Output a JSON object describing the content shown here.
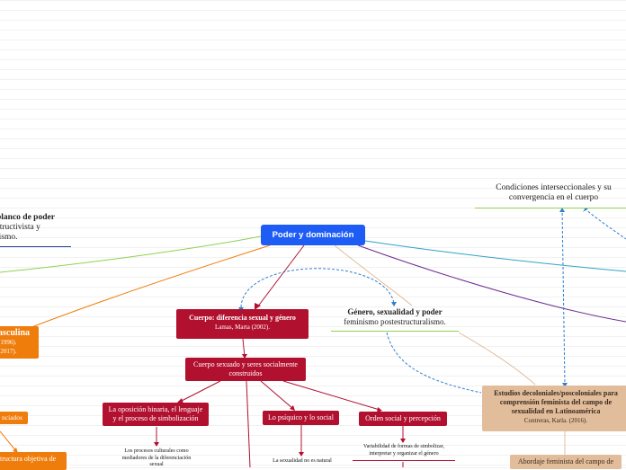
{
  "central": {
    "label": "Poder y dominación"
  },
  "left_top": {
    "line1": "blanco de poder",
    "line2": "structivista y",
    "line3": "lismo."
  },
  "left_orange": {
    "title": "asculina",
    "line1": "(1996).",
    "line2": "(2017)."
  },
  "left_small_orange": {
    "label": "nciados"
  },
  "left_bottom_orange": {
    "label": "tructura objetiva de"
  },
  "top_right": {
    "line1": "Condiciones interseccionales y su",
    "line2": "convergencia en el cuerpo"
  },
  "genero": {
    "title": "Género, sexualidad y poder",
    "subtitle": "feminismo postestructuralismo."
  },
  "cuerpo": {
    "title": "Cuerpo: diferencia sexual y género",
    "author": "Lamas, Marta (2002)."
  },
  "cuerpo_sexuado": {
    "line1": "Cuerpo sexuado y seres socialmente",
    "line2": "construidos"
  },
  "oposicion": {
    "line1": "La oposición binaria, el lenguaje",
    "line2": "y el proceso de simbolización"
  },
  "psiquico": {
    "label": "Lo psíquico y lo social"
  },
  "orden": {
    "label": "Orden social y percepción"
  },
  "procesos": {
    "line1": "Los procesos culturales como",
    "line2": "mediadores de la diferenciación",
    "line3": "sexual"
  },
  "sexualidad": {
    "line1": "La sexualidad no es natural"
  },
  "variabilidad": {
    "line1": "Variabilidad de formas de simbolizar,",
    "line2": "interpretar y organizar el género"
  },
  "estudios": {
    "line1": "Estudios decoloniales/poscoloniales para",
    "line2": "comprensión feminista del campo de",
    "line3": "sexualidad en Latinoamérica",
    "author": "Contreras, Karla. (2016)."
  },
  "abordaje": {
    "label": "Abordaje feminista del campo de"
  },
  "colors": {
    "central": "#1d5cf5",
    "red": "#b2102f",
    "orange": "#ef7d0c",
    "tan": "#e2bd9c",
    "green": "#8fd14f",
    "teal": "#2fa3c9",
    "purple": "#6b2a8f",
    "dashed": "#2f7fd0",
    "navy": "#2b3f99"
  }
}
